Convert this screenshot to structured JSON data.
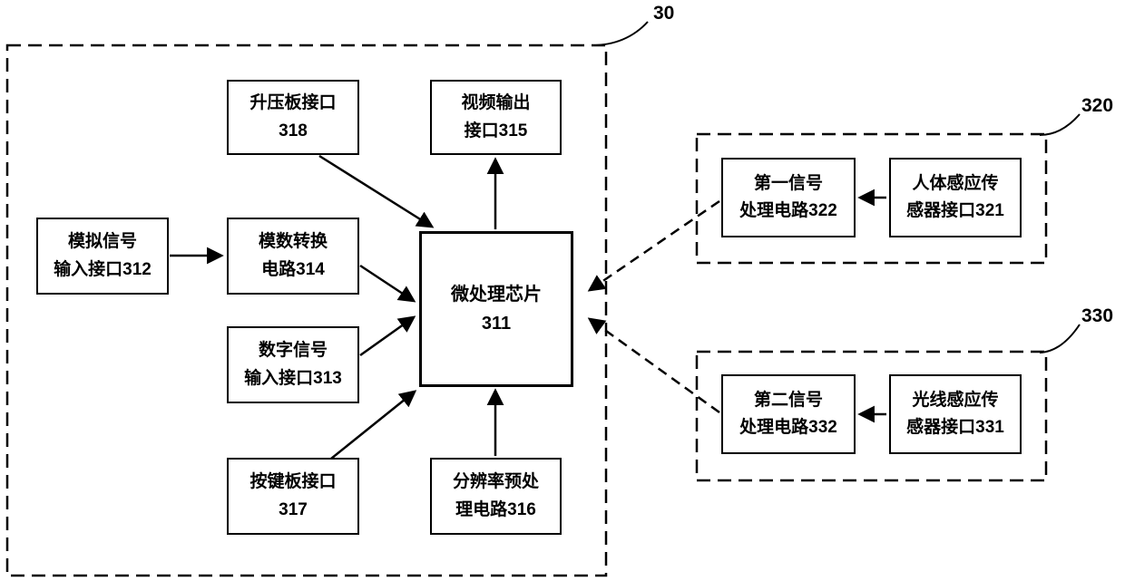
{
  "diagram": {
    "ref_labels": {
      "system": "30",
      "group_320": "320",
      "group_330": "330"
    },
    "boxes": {
      "boost_board_interface": {
        "line1": "升压板接口",
        "line2": "318"
      },
      "video_output_interface": {
        "line1": "视频输出",
        "line2": "接口315"
      },
      "analog_signal_input": {
        "line1": "模拟信号",
        "line2": "输入接口312"
      },
      "ad_conversion_circuit": {
        "line1": "模数转换",
        "line2": "电路314"
      },
      "digital_signal_input": {
        "line1": "数字信号",
        "line2": "输入接口313"
      },
      "key_board_interface": {
        "line1": "按键板接口",
        "line2": "317"
      },
      "resolution_preprocess_circuit": {
        "line1": "分辨率预处",
        "line2": "理电路316"
      },
      "microprocessor_chip": {
        "line1": "微处理芯片",
        "line2": "311"
      },
      "first_signal_processing_circuit": {
        "line1": "第一信号",
        "line2": "处理电路322"
      },
      "human_body_sensor_interface": {
        "line1": "人体感应传",
        "line2": "感器接口321"
      },
      "second_signal_processing_circuit": {
        "line1": "第二信号",
        "line2": "处理电路332"
      },
      "light_sensor_interface": {
        "line1": "光线感应传",
        "line2": "感器接口331"
      }
    },
    "colors": {
      "line": "#000000",
      "box_fill": "#ffffff",
      "background": "#ffffff"
    }
  }
}
